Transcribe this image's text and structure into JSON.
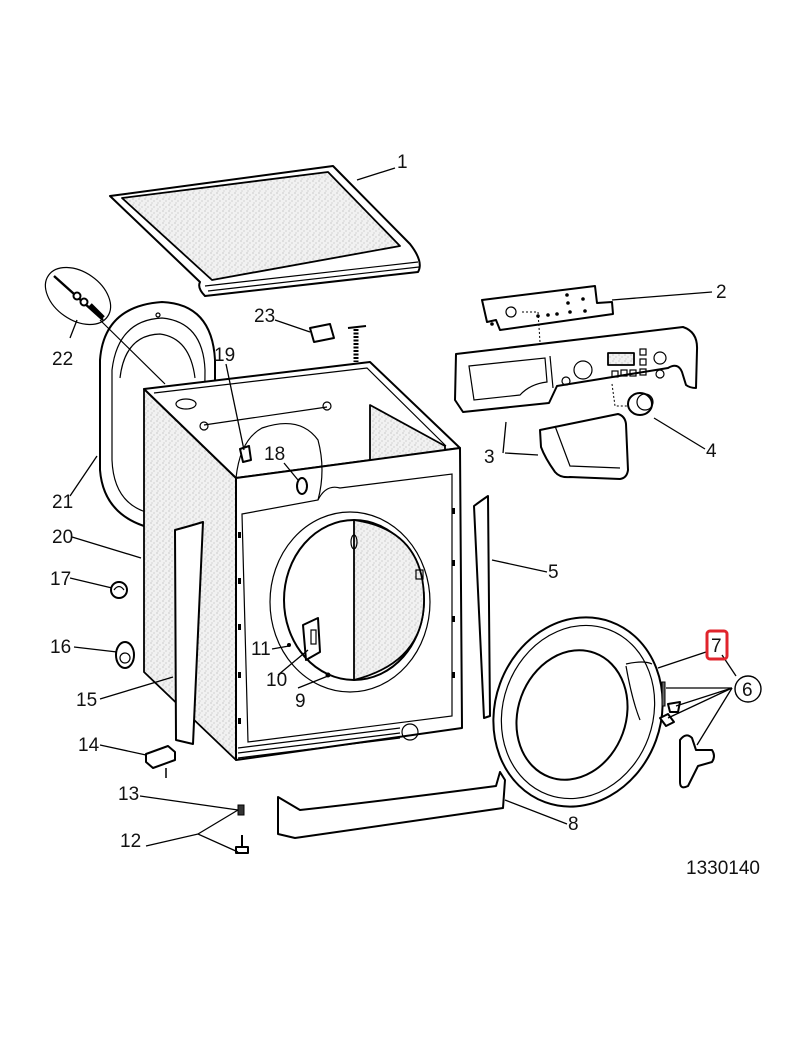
{
  "diagram": {
    "title": "Washer-dryer cabinet exploded parts view",
    "reference_number": "1330140",
    "highlight_color": "#e0242c",
    "highlighted_callout": "7",
    "callouts": [
      {
        "id": "1",
        "label": "1",
        "part": "top-cover"
      },
      {
        "id": "2",
        "label": "2",
        "part": "control-board"
      },
      {
        "id": "3",
        "label": "3",
        "part": "control-panel-and-dispenser-handle"
      },
      {
        "id": "4",
        "label": "4",
        "part": "control-knob"
      },
      {
        "id": "5",
        "label": "5",
        "part": "right-side-trim-strip"
      },
      {
        "id": "6",
        "label": "6",
        "part": "door-hinge-and-handle-kit"
      },
      {
        "id": "7",
        "label": "7",
        "part": "door-assembly"
      },
      {
        "id": "8",
        "label": "8",
        "part": "plinth-kickplate"
      },
      {
        "id": "9",
        "label": "9",
        "part": "screw"
      },
      {
        "id": "10",
        "label": "10",
        "part": "door-hinge"
      },
      {
        "id": "11",
        "label": "11",
        "part": "hinge-screw"
      },
      {
        "id": "12",
        "label": "12",
        "part": "adjustable-foot"
      },
      {
        "id": "13",
        "label": "13",
        "part": "foot-nut"
      },
      {
        "id": "14",
        "label": "14",
        "part": "corner-bracket"
      },
      {
        "id": "15",
        "label": "15",
        "part": "left-side-trim-strip"
      },
      {
        "id": "16",
        "label": "16",
        "part": "cable-clamp"
      },
      {
        "id": "17",
        "label": "17",
        "part": "grommet"
      },
      {
        "id": "18",
        "label": "18",
        "part": "plug-cap"
      },
      {
        "id": "19",
        "label": "19",
        "part": "clip"
      },
      {
        "id": "20",
        "label": "20",
        "part": "cabinet"
      },
      {
        "id": "21",
        "label": "21",
        "part": "rear-panel"
      },
      {
        "id": "22",
        "label": "22",
        "part": "rear-panel-screw-kit"
      },
      {
        "id": "23",
        "label": "23",
        "part": "suspension-spring-hook"
      }
    ]
  }
}
